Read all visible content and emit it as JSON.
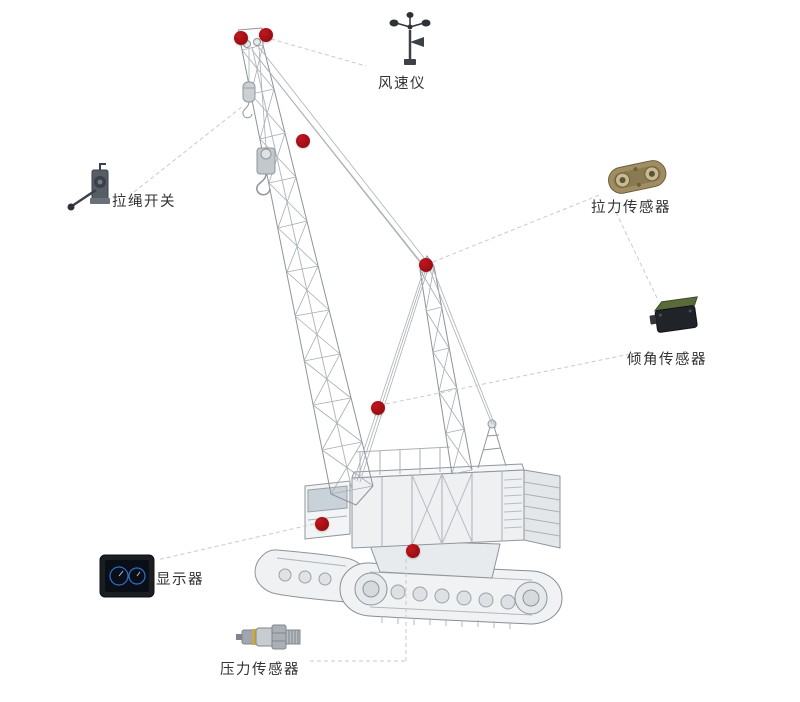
{
  "diagram": {
    "labels": {
      "anemometer": "风速仪",
      "rope_switch": "拉绳开关",
      "tension_sensor": "拉力传感器",
      "tilt_sensor": "倾角传感器",
      "display": "显示器",
      "pressure_sensor": "压力传感器"
    },
    "colors": {
      "marker_red": "#a10f16",
      "connector_gray": "#cacaca",
      "crane_gray": "#9aa1a7"
    }
  }
}
